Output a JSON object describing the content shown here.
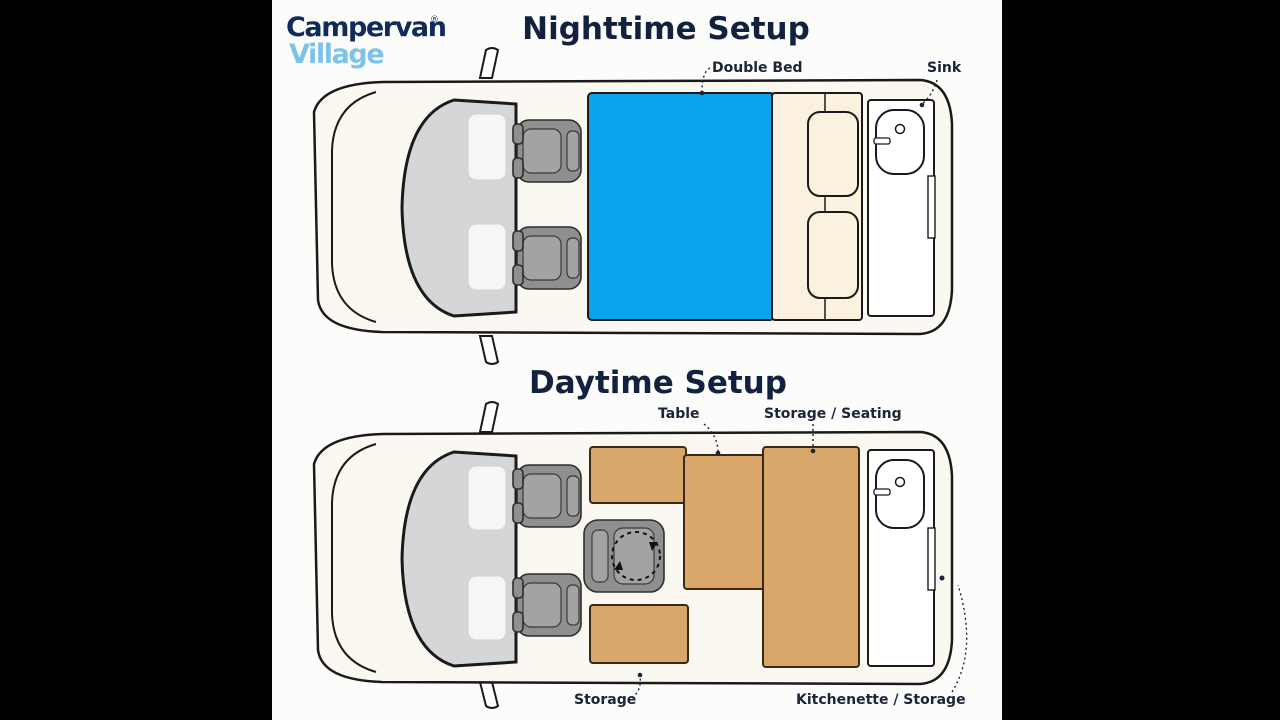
{
  "logo": {
    "line1": "Campervan",
    "line2": "Village",
    "mark": "®"
  },
  "night": {
    "title": "Nighttime Setup",
    "labels": {
      "bed": "Double Bed",
      "sink": "Sink"
    }
  },
  "day": {
    "title": "Daytime Setup",
    "labels": {
      "table": "Table",
      "storage_seating": "Storage / Seating",
      "storage": "Storage",
      "kitchenette": "Kitchenette / Storage"
    }
  },
  "colors": {
    "bed": "#0aa3ec",
    "wood": "#d8a769",
    "cushion": "#fbf1df",
    "seat": "#8f8f8f",
    "title": "#12213e",
    "logo_dark": "#102a5c",
    "logo_light": "#7cc3ea"
  }
}
